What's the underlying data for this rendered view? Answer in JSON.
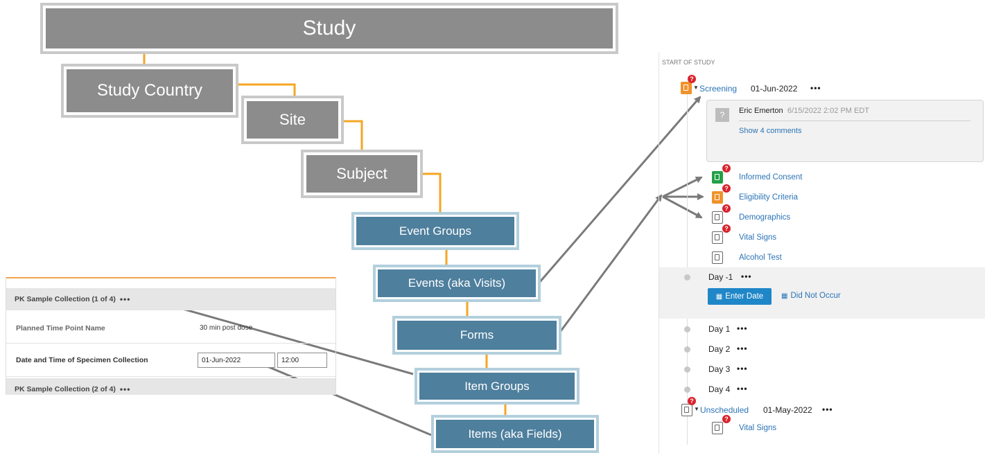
{
  "hierarchy": {
    "study": "Study",
    "study_country": "Study Country",
    "site": "Site",
    "subject": "Subject",
    "event_groups": "Event Groups",
    "events": "Events (aka Visits)",
    "forms": "Forms",
    "item_groups": "Item Groups",
    "items": "Items (aka Fields)"
  },
  "form_panel": {
    "group1_title": "PK Sample Collection (1 of 4)",
    "group1_dots": "•••",
    "planned_label": "Planned Time Point Name",
    "planned_value": "30 min post dose",
    "datetime_label": "Date and Time of Specimen Collection",
    "date_value": "01-Jun-2022",
    "time_value": "12:00",
    "group2_title": "PK Sample Collection (2 of 4)",
    "group2_dots": "•••"
  },
  "timeline": {
    "section_label": "START OF STUDY",
    "screening": {
      "label": "Screening",
      "date": "01-Jun-2022",
      "dots": "•••"
    },
    "comment": {
      "author": "Eric Emerton",
      "timestamp": "6/15/2022 2:02 PM EDT",
      "show_comments": "Show 4 comments",
      "avatar": "?"
    },
    "forms": [
      "Informed Consent",
      "Eligibility Criteria",
      "Demographics",
      "Vital Signs",
      "Alcohol Test"
    ],
    "day_minus1": {
      "label": "Day -1",
      "dots": "•••"
    },
    "enter_date": "Enter Date",
    "did_not_occur": "Did Not Occur",
    "days": [
      {
        "label": "Day 1",
        "dots": "•••"
      },
      {
        "label": "Day 2",
        "dots": "•••"
      },
      {
        "label": "Day 3",
        "dots": "•••"
      },
      {
        "label": "Day 4",
        "dots": "•••"
      }
    ],
    "unscheduled": {
      "label": "Unscheduled",
      "date": "01-May-2022",
      "dots": "•••"
    },
    "unscheduled_form": "Vital Signs",
    "badge": "?"
  },
  "colors": {
    "grey_box": "#8c8c8c",
    "blue_box": "#4e7f9d",
    "connector": "#f5a623",
    "arrow": "#7a7a7a",
    "link": "#2b73b6",
    "enter_date_bg": "#1f86c8"
  }
}
